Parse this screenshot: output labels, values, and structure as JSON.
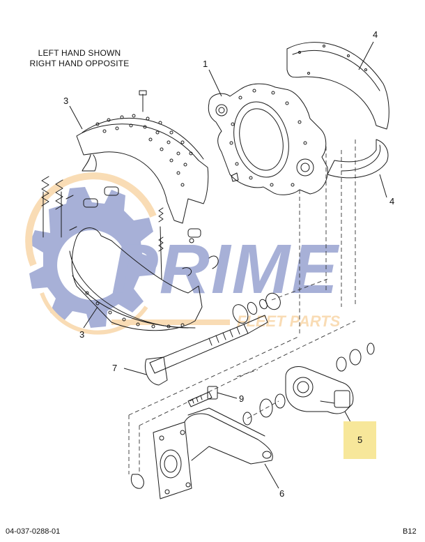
{
  "notes": {
    "line1": "LEFT HAND SHOWN",
    "line2": "RIGHT HAND OPPOSITE"
  },
  "callouts": {
    "c1": "1",
    "c3_top": "3",
    "c3_bottom": "3",
    "c4_top": "4",
    "c4_right": "4",
    "c5": "5",
    "c6": "6",
    "c7": "7",
    "c9": "9"
  },
  "highlight": {
    "part": "5",
    "color": "#f7e79a"
  },
  "watermark": {
    "text_main": "PRIME",
    "text_sub": "FLEET PARTS",
    "colors": {
      "blue": "#3d52a8",
      "orange": "#f2b35c"
    }
  },
  "footer": {
    "doc_number": "04-037-0288-01",
    "page_code": "B12"
  }
}
